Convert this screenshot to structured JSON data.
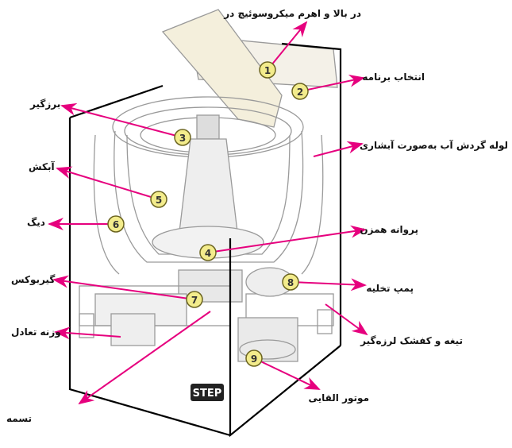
{
  "title": "Top-loading washing machine parts",
  "colors": {
    "arrow": "#e6007e",
    "marker_fill": "#f3ec8c",
    "marker_stroke": "#6b6420",
    "outline": "#000000",
    "drawing": "#9a9a9a"
  },
  "markers": [
    "1",
    "2",
    "3",
    "4",
    "5",
    "6",
    "7",
    "8",
    "9"
  ],
  "labels": {
    "door": "در بالا و اهرم میکروسوئیچ در",
    "program": "انتخاب برنامه",
    "cascade_pipe": "لوله گردش آب  به‌صورت آبشاری",
    "lint_filter": "برزگیر",
    "spin_basket": "آبکش",
    "tub": "دیگ",
    "agitator": "پروانه همزن",
    "gearbox": "گیربوکس",
    "drain_pump": "پمپ تخلیه",
    "counterweight": "وزنه تعادل",
    "suspension": "تیغه و کفشک لرزه‌گیر",
    "belt": "تسمه",
    "motor": "موتور القایی"
  },
  "logo": "STEP"
}
